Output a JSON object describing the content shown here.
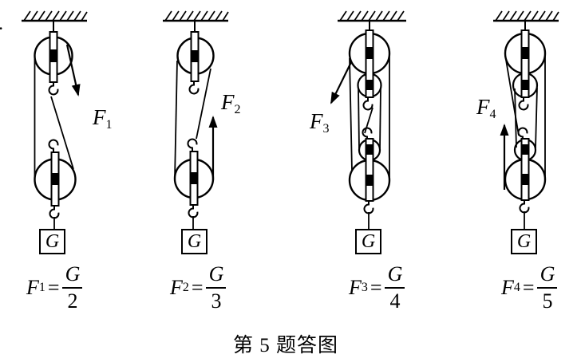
{
  "caption": "第 5 题答图",
  "margin_marker": ".",
  "systems": [
    {
      "force": {
        "base": "F",
        "sub": "1"
      },
      "weight": "G",
      "formula": {
        "base": "F",
        "sub": "1",
        "equals": "=",
        "numerator": "G",
        "denominator": "2"
      }
    },
    {
      "force": {
        "base": "F",
        "sub": "2"
      },
      "weight": "G",
      "formula": {
        "base": "F",
        "sub": "2",
        "equals": "=",
        "numerator": "G",
        "denominator": "3"
      }
    },
    {
      "force": {
        "base": "F",
        "sub": "3"
      },
      "weight": "G",
      "formula": {
        "base": "F",
        "sub": "3",
        "equals": "=",
        "numerator": "G",
        "denominator": "4"
      }
    },
    {
      "force": {
        "base": "F",
        "sub": "4"
      },
      "weight": "G",
      "formula": {
        "base": "F",
        "sub": "4",
        "equals": "=",
        "numerator": "G",
        "denominator": "5"
      }
    }
  ],
  "colors": {
    "ink": "#000000",
    "background": "#ffffff"
  }
}
